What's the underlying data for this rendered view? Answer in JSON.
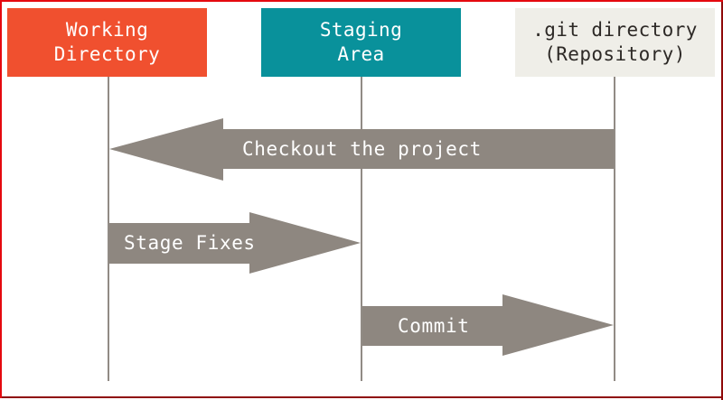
{
  "colors": {
    "working_box": "#f0502f",
    "staging_box": "#09919b",
    "git_box": "#efeee8",
    "arrow": "#8e8780",
    "lifeline": "#918b85",
    "box_text_light": "#ffffff",
    "box_text_dark": "#2d2926"
  },
  "boxes": {
    "working": "Working\nDirectory",
    "staging": "Staging\nArea",
    "git": ".git directory\n(Repository)"
  },
  "arrows": {
    "checkout": "Checkout the project",
    "stage": "Stage Fixes",
    "commit": "Commit"
  }
}
